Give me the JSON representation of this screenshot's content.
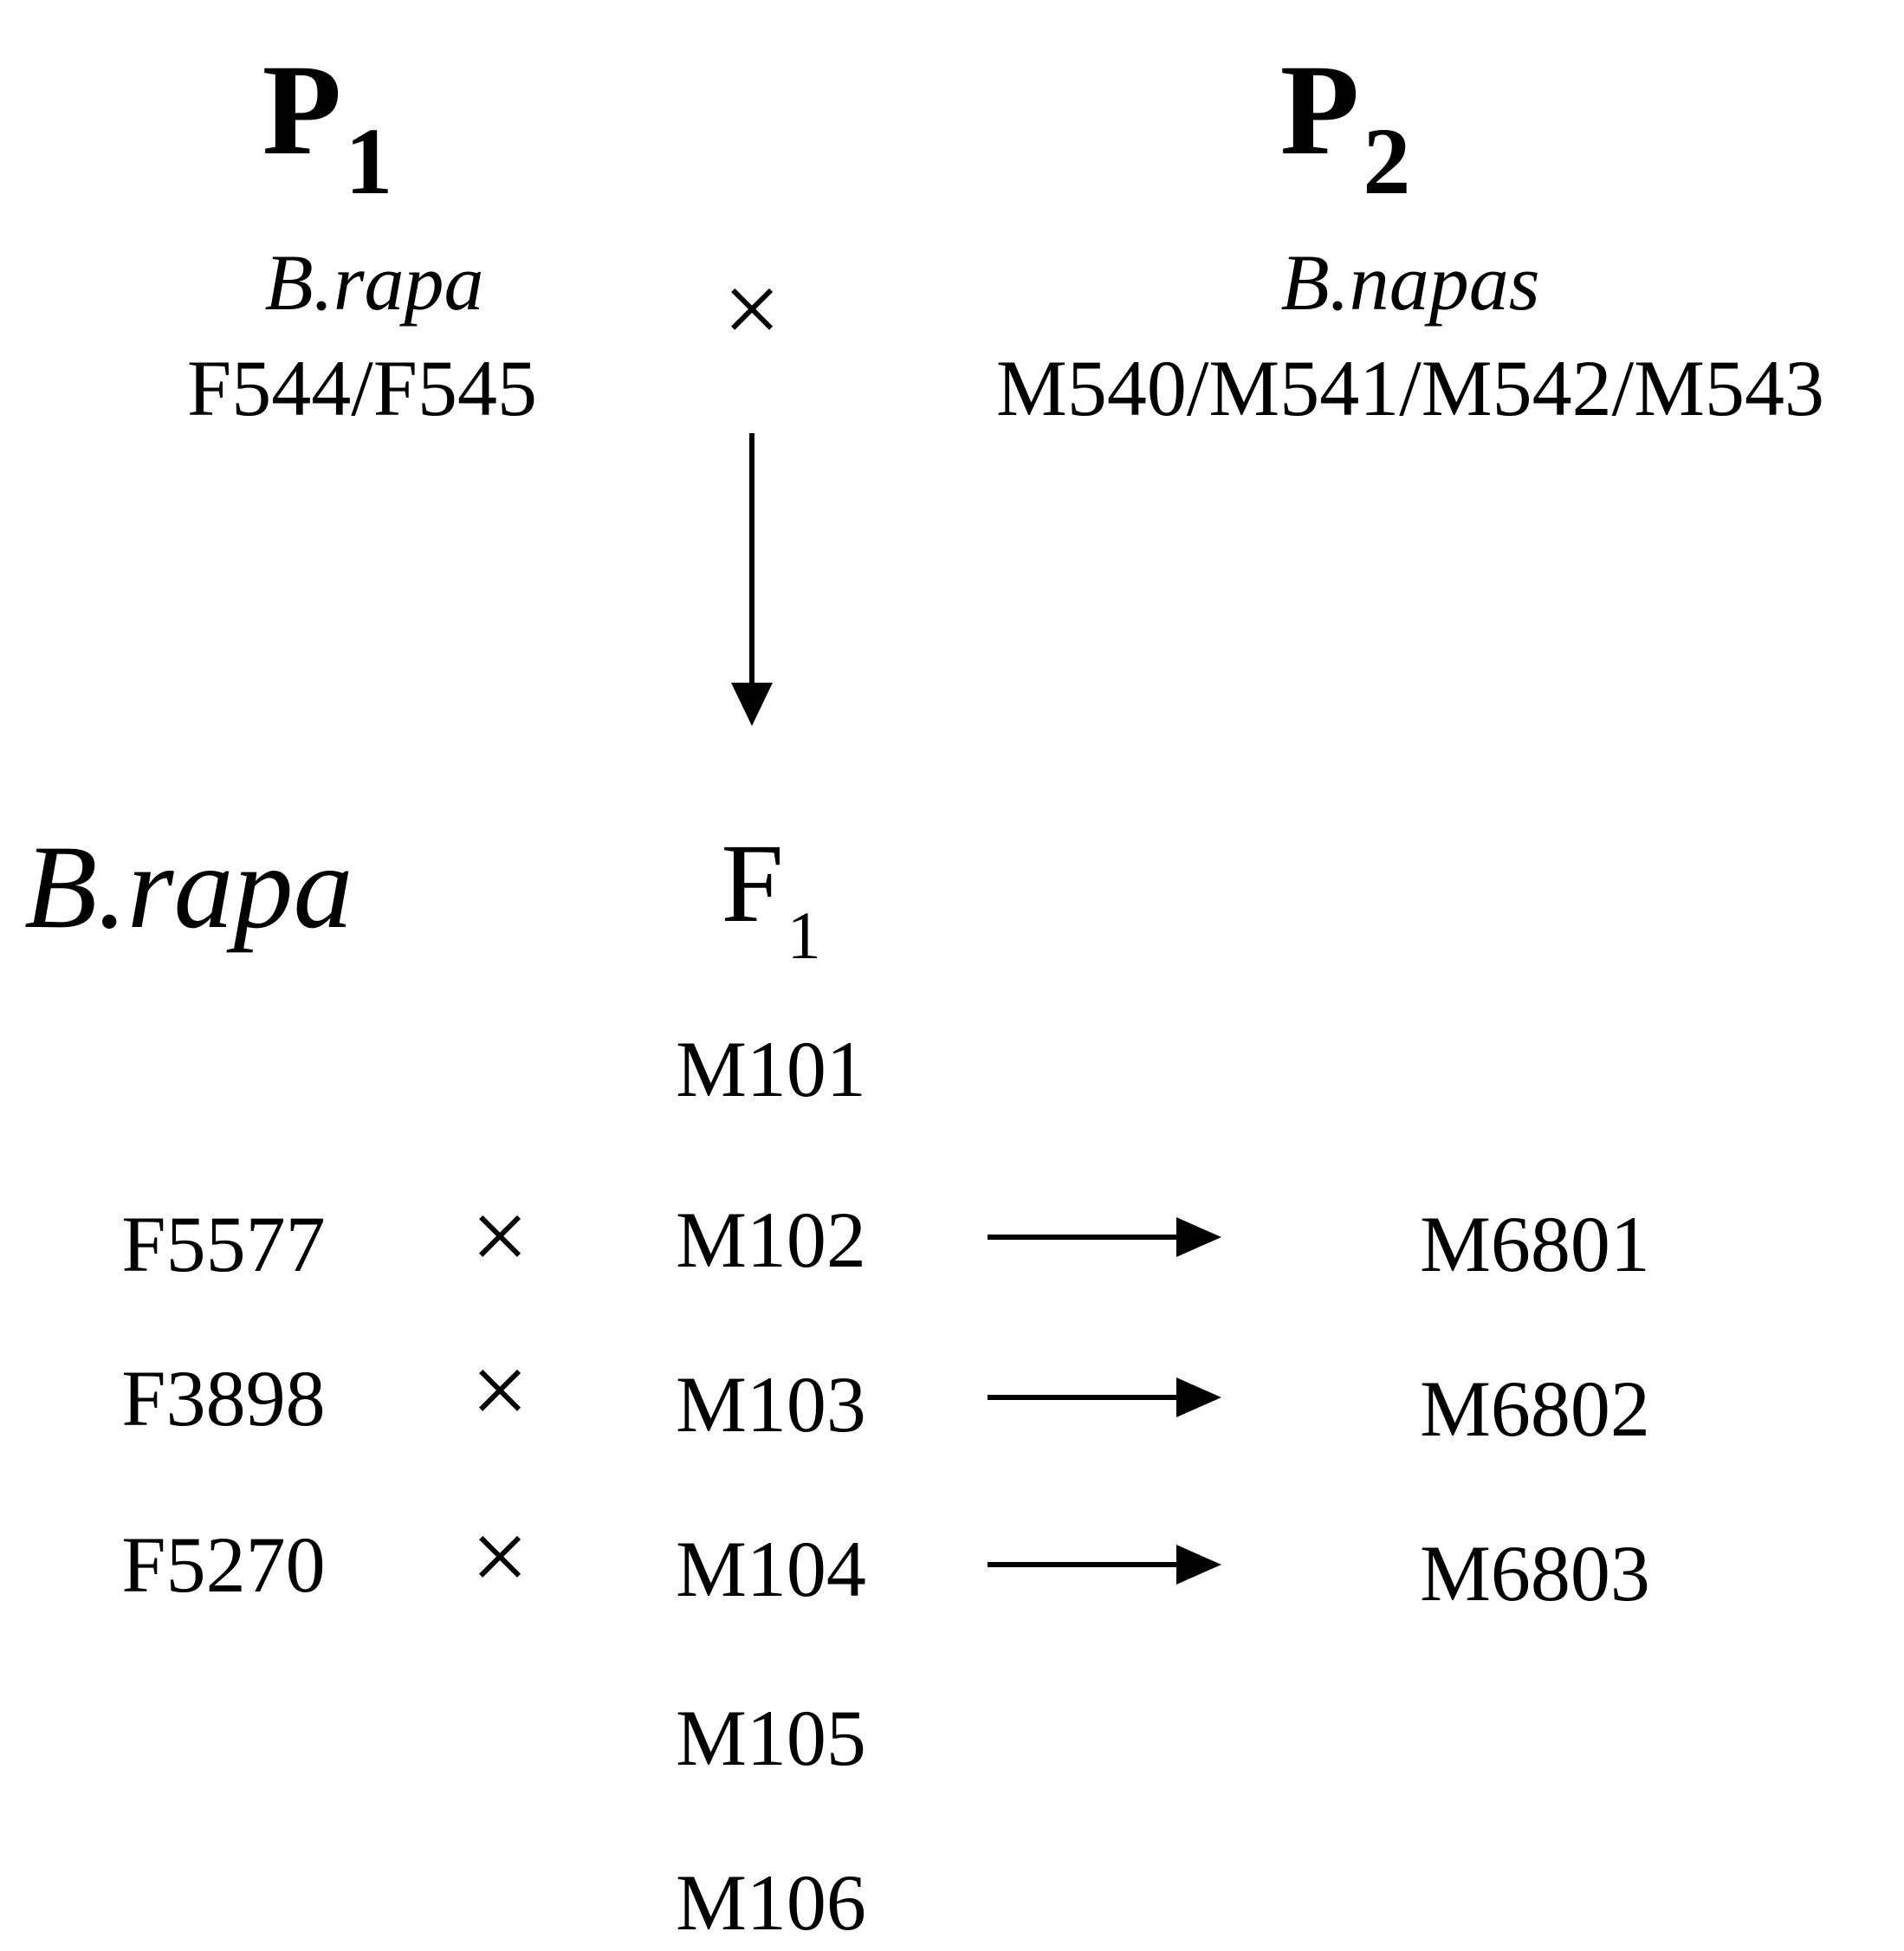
{
  "parents": {
    "p1": {
      "letter": "P",
      "sub": "1",
      "species": "B.rapa",
      "lines": "F544/F545"
    },
    "p2": {
      "letter": "P",
      "sub": "2",
      "species": "B.napas",
      "lines": "M540/M541/M542/M543"
    },
    "cross_symbol": "×"
  },
  "f1": {
    "letter": "F",
    "sub": "1",
    "lines": [
      "M101",
      "M102",
      "M103",
      "M104",
      "M105",
      "M106"
    ]
  },
  "backcross": {
    "species": "B.rapa",
    "crosses": [
      {
        "female": "F5577",
        "male": "M102",
        "result": "M6801"
      },
      {
        "female": "F3898",
        "male": "M103",
        "result": "M6802"
      },
      {
        "female": "F5270",
        "male": "M104",
        "result": "M6803"
      }
    ],
    "cross_symbol": "×"
  }
}
